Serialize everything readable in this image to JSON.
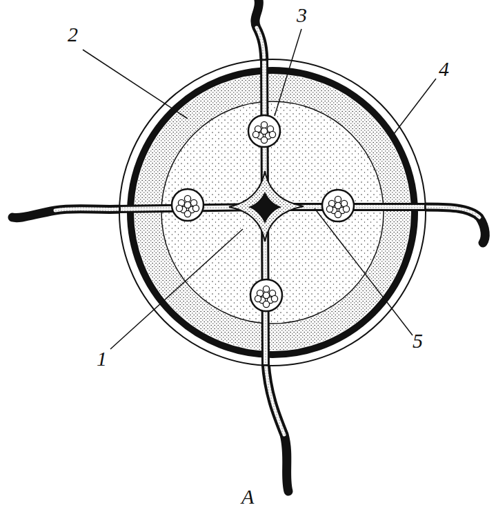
{
  "diagram": {
    "caption": "A",
    "labels": [
      "2",
      "3",
      "4",
      "1",
      "5"
    ]
  }
}
